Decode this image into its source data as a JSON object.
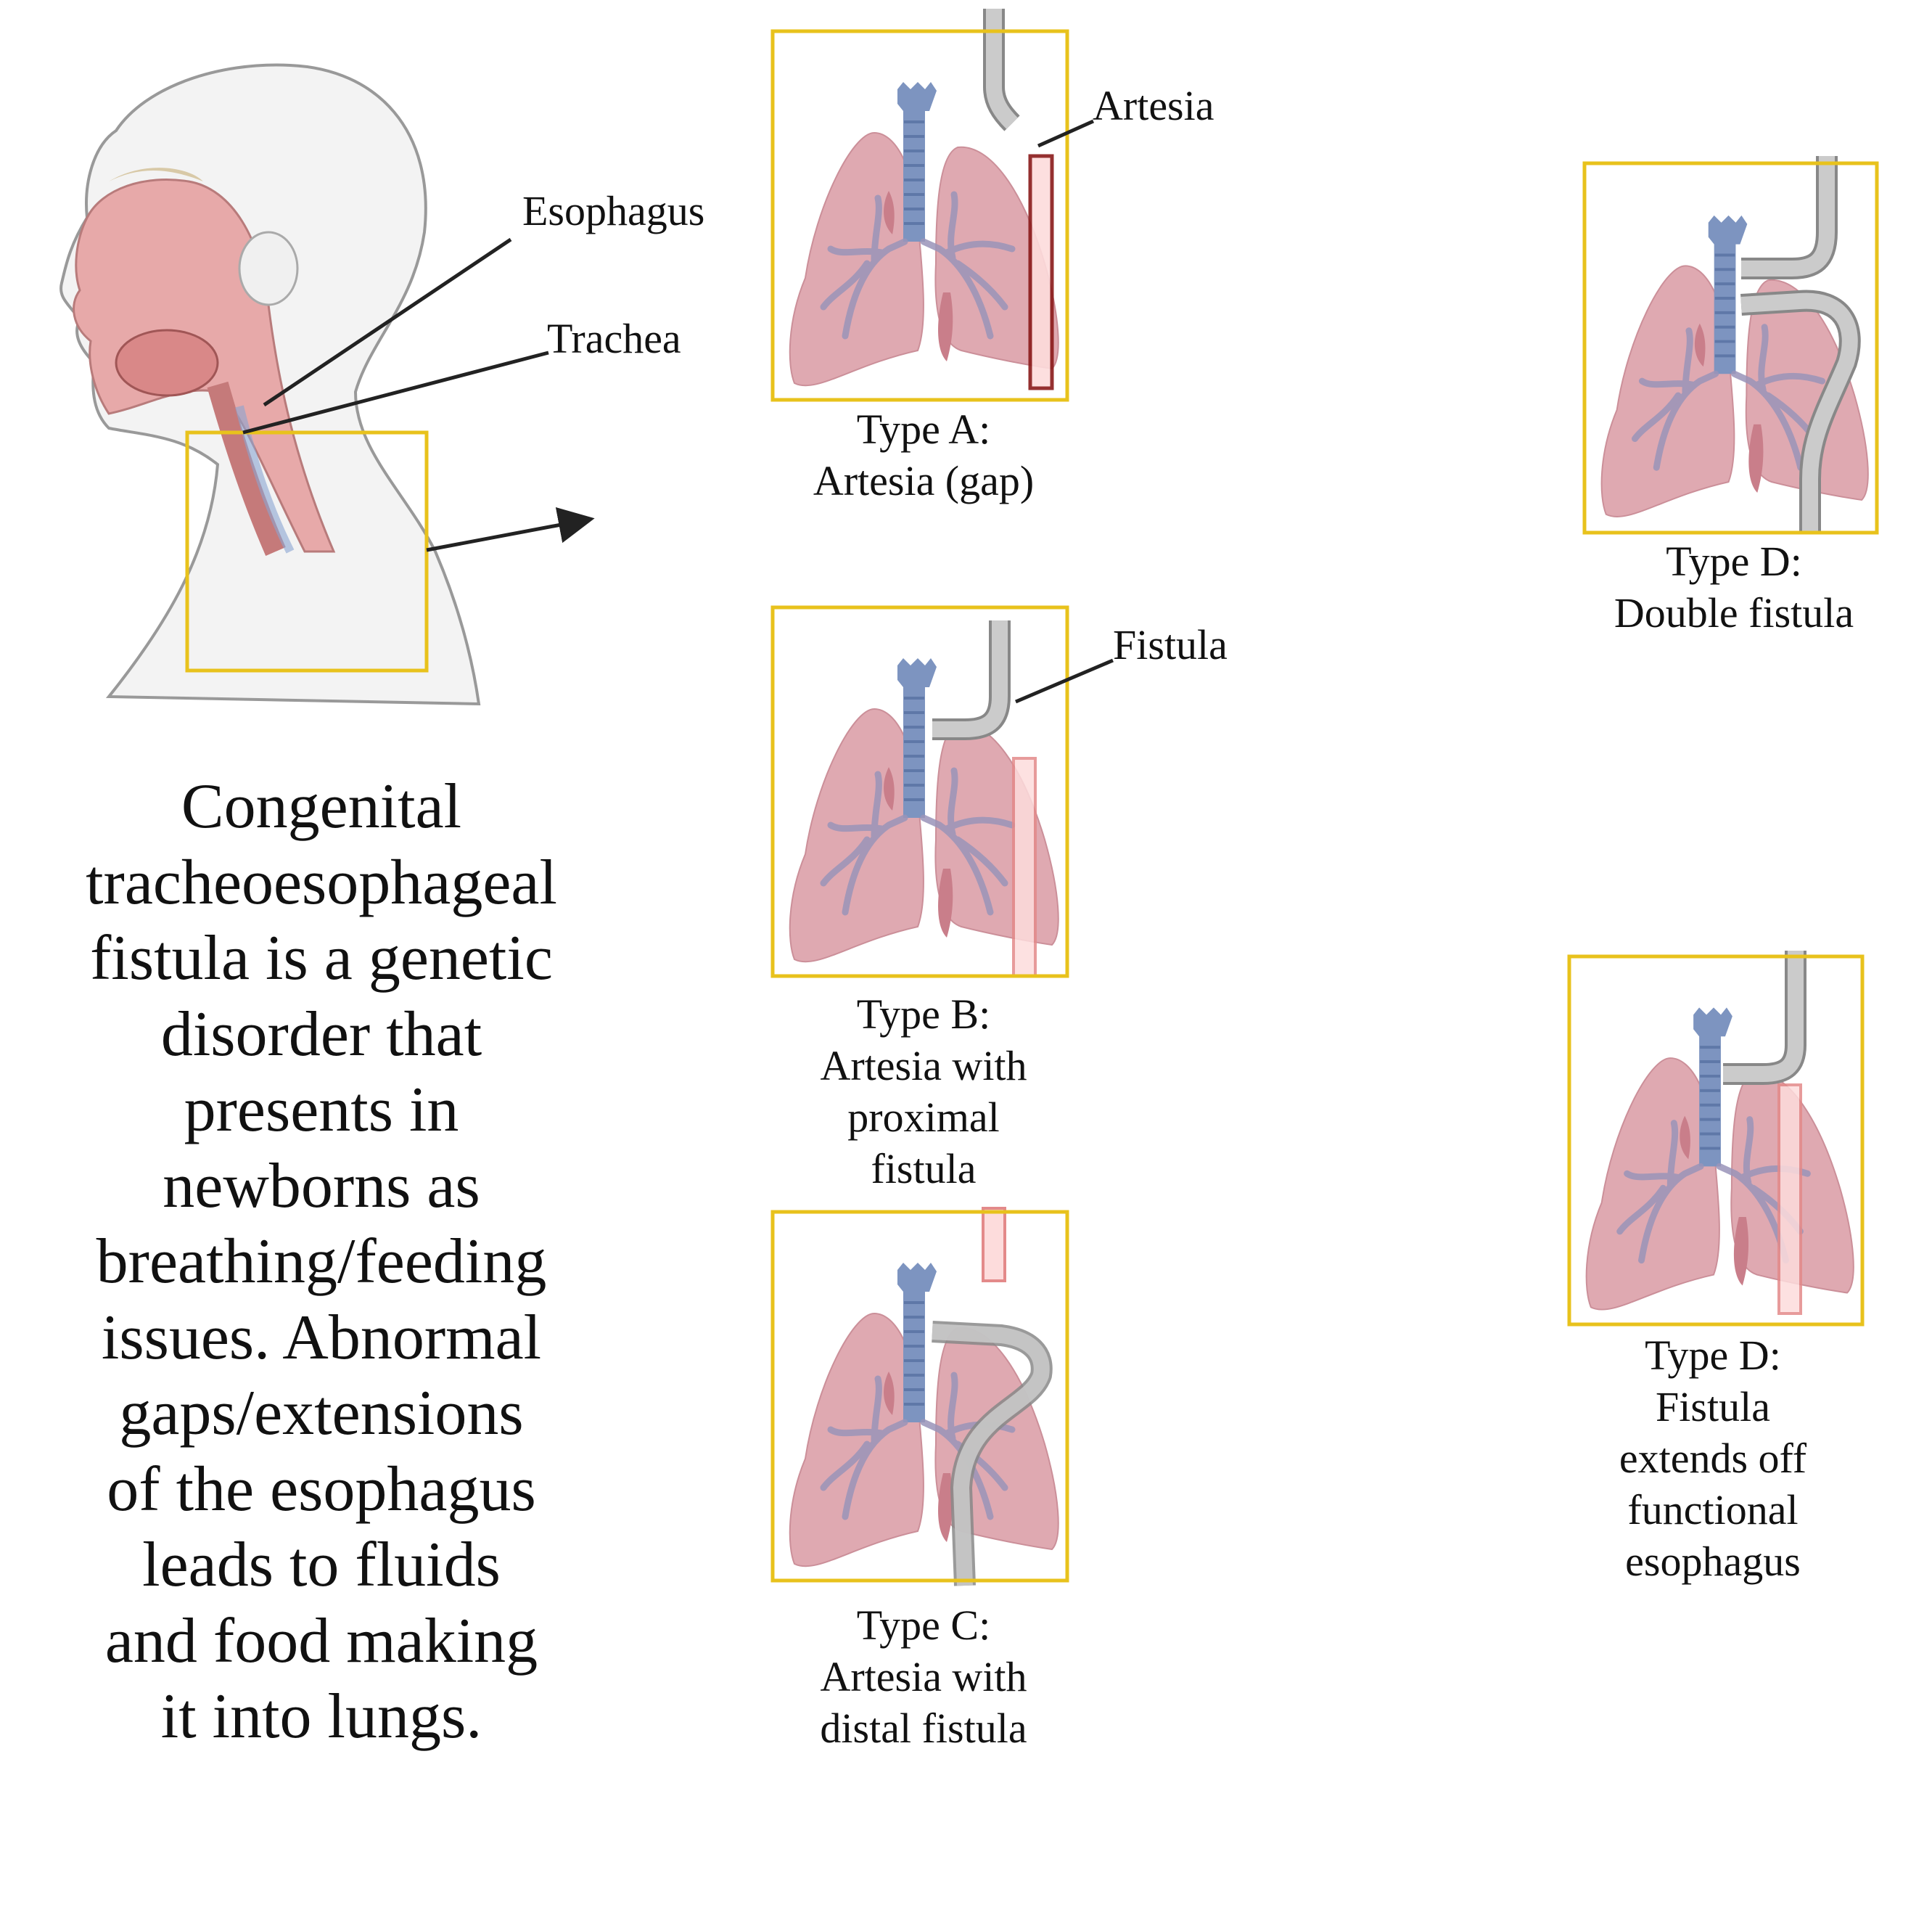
{
  "head": {
    "labels": {
      "esophagus": "Esophagus",
      "trachea": "Trachea"
    }
  },
  "description": {
    "lines": [
      "Congenital",
      "tracheoesophageal",
      "fistula is a genetic",
      "disorder that",
      "presents in",
      "newborns as",
      "breathing/feeding",
      "issues. Abnormal",
      "gaps/extensions",
      "of the esophagus",
      "leads to fluids",
      "and food making",
      "it into lungs."
    ]
  },
  "callouts": {
    "artesia": "Artesia",
    "fistula": "Fistula"
  },
  "panels": [
    {
      "id": "type-a",
      "caption": [
        "Type A:",
        "Artesia (gap)"
      ]
    },
    {
      "id": "type-b",
      "caption": [
        "Type B:",
        "Artesia with",
        "proximal",
        "fistula"
      ]
    },
    {
      "id": "type-c",
      "caption": [
        "Type C:",
        "Artesia with",
        "distal fistula"
      ]
    },
    {
      "id": "type-d-double",
      "caption": [
        "Type D:",
        "Double fistula"
      ]
    },
    {
      "id": "type-d-functional",
      "caption": [
        "Type D:",
        "Fistula",
        "extends off",
        "functional",
        "esophagus"
      ]
    }
  ],
  "colors": {
    "frame": "#e8c21c",
    "lung": "#dea5ad",
    "trachea": "#7d94c0",
    "esophagus_gray": "#c9c9c9",
    "esophagus_pink": "#fddcdc"
  }
}
